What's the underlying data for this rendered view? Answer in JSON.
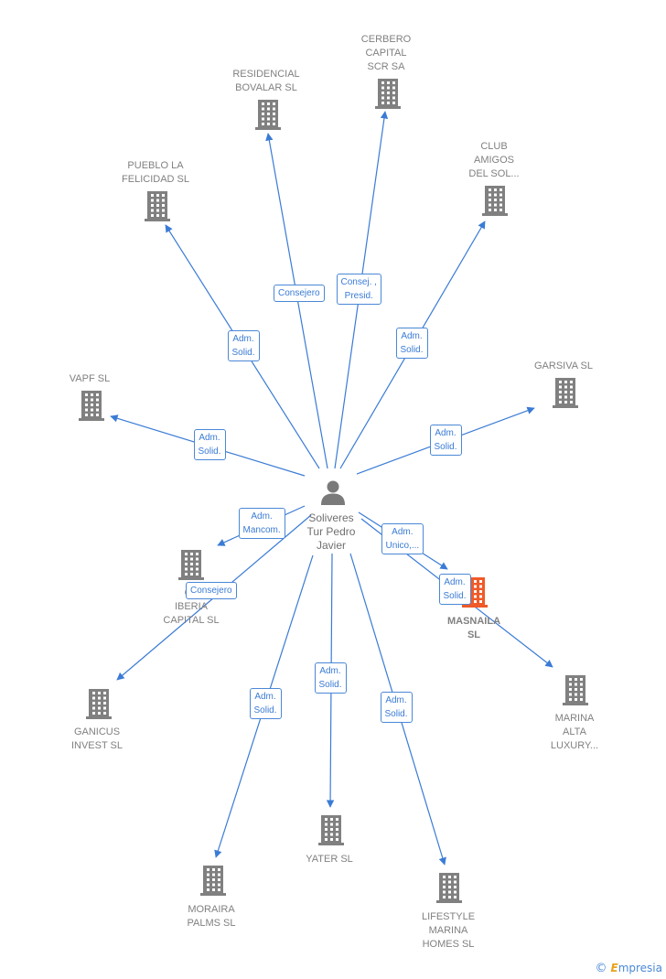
{
  "colors": {
    "edge": "#3a7bd5",
    "node": "#808080",
    "highlight": "#f05a28"
  },
  "center": {
    "name": "Soliveres\nTur Pedro\nJavier",
    "icon": "person-icon"
  },
  "nodes": [
    {
      "id": "cerbero",
      "label": "CERBERO\nCAPITAL\nSCR SA",
      "icon": "building-icon"
    },
    {
      "id": "residencial",
      "label": "RESIDENCIAL\nBOVALAR  SL",
      "icon": "building-icon"
    },
    {
      "id": "club",
      "label": "CLUB\nAMIGOS\nDEL SOL...",
      "icon": "building-icon"
    },
    {
      "id": "pueblo",
      "label": "PUEBLO LA\nFELICIDAD SL",
      "icon": "building-icon"
    },
    {
      "id": "garsiva",
      "label": "GARSIVA SL",
      "icon": "building-icon"
    },
    {
      "id": "vapf",
      "label": "VAPF SL",
      "icon": "building-icon"
    },
    {
      "id": "gl",
      "label": "GL\nIBERIA\nCAPITAL SL",
      "icon": "building-icon"
    },
    {
      "id": "masnaila",
      "label": "MASNAILA\nSL",
      "icon": "building-icon",
      "highlight": true
    },
    {
      "id": "ganicus",
      "label": "GANICUS\nINVEST  SL",
      "icon": "building-icon"
    },
    {
      "id": "marina",
      "label": "MARINA\nALTA\nLUXURY...",
      "icon": "building-icon"
    },
    {
      "id": "yater",
      "label": "YATER SL",
      "icon": "building-icon"
    },
    {
      "id": "moraira",
      "label": "MORAIRA\nPALMS  SL",
      "icon": "building-icon"
    },
    {
      "id": "lifestyle",
      "label": "LIFESTYLE\nMARINA\nHOMES  SL",
      "icon": "building-icon"
    }
  ],
  "edges": [
    {
      "to": "cerbero",
      "label": "Consej. ,\nPresid."
    },
    {
      "to": "residencial",
      "label": "Consejero"
    },
    {
      "to": "club",
      "label": "Adm.\nSolid."
    },
    {
      "to": "pueblo",
      "label": "Adm.\nSolid."
    },
    {
      "to": "garsiva",
      "label": "Adm.\nSolid."
    },
    {
      "to": "vapf",
      "label": "Adm.\nSolid."
    },
    {
      "to": "gl",
      "label": "Adm.\nMancom."
    },
    {
      "to": "masnaila",
      "label": "Adm.\nUnico,..."
    },
    {
      "to": "ganicus",
      "label": "Consejero"
    },
    {
      "to": "marina",
      "label": "Adm.\nSolid."
    },
    {
      "to": "yater",
      "label": "Adm.\nSolid."
    },
    {
      "to": "moraira",
      "label": "Adm.\nSolid."
    },
    {
      "to": "lifestyle",
      "label": "Adm.\nSolid."
    }
  ],
  "brand": {
    "copyright": "©",
    "name": "mpresia",
    "initial": "E"
  }
}
